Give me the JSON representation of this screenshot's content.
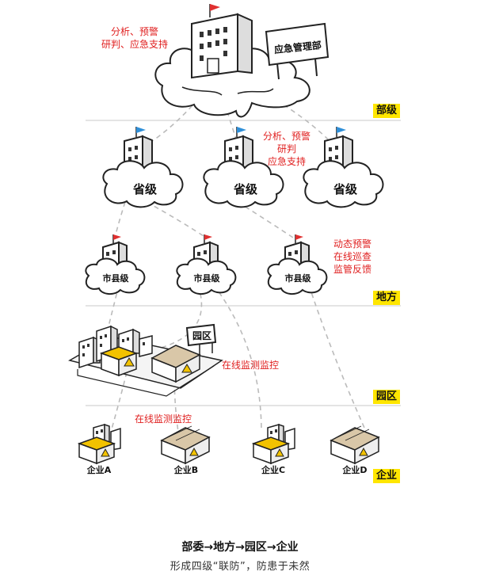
{
  "tiers": {
    "ministry": "部级",
    "local": "地方",
    "park": "园区",
    "enterprise": "企业"
  },
  "ministry": {
    "sign": "应急管理部",
    "note_line1": "分析、预警",
    "note_line2": "研判、应急支持"
  },
  "province": {
    "label": "省级",
    "note_line1": "分析、预警",
    "note_line2": "研判",
    "note_line3": "应急支持"
  },
  "city": {
    "label": "市县级",
    "note_line1": "动态预警",
    "note_line2": "在线巡查",
    "note_line3": "监管反馈"
  },
  "park": {
    "sign": "园区",
    "note": "在线监测监控"
  },
  "enterprise": {
    "note": "在线监测监控",
    "a": "企业A",
    "b": "企业B",
    "c": "企业C",
    "d": "企业D"
  },
  "caption": {
    "line1": "部委→地方→园区→企业",
    "line2": "形成四级“联防”，防患于未然"
  },
  "colors": {
    "note_red": "#e02020",
    "tag_yellow": "#ffe600",
    "flag_blue": "#2f8fd8",
    "flag_red": "#e03030",
    "divider": "#c8c8c8",
    "hazard": "#f2c200"
  }
}
